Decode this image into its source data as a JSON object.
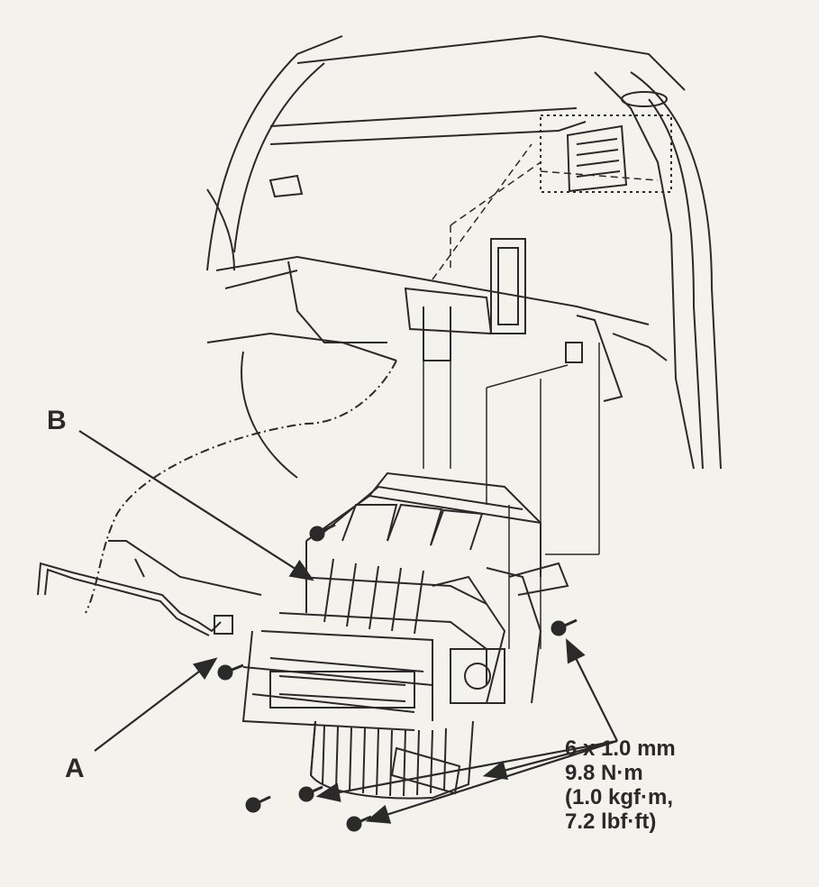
{
  "callouts": {
    "a": "A",
    "b": "B"
  },
  "torque_spec": {
    "line1": "6 x 1.0 mm",
    "line2": "9.8 N·m",
    "line3": "(1.0 kgf·m,",
    "line4": "7.2 lbf·ft)"
  },
  "colors": {
    "ink": "#2a2a2a",
    "paper": "#f4f2ec"
  }
}
